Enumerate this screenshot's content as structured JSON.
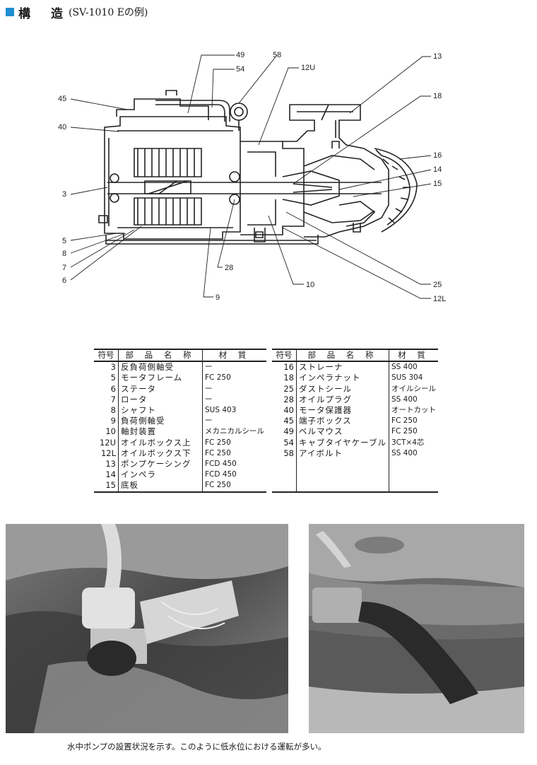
{
  "header": {
    "title": "構　造",
    "subtitle": "(SV-1010 Eの例)"
  },
  "diagram_labels": [
    "49",
    "58",
    "54",
    "12U",
    "13",
    "45",
    "18",
    "40",
    "16",
    "14",
    "15",
    "3",
    "5",
    "8",
    "7",
    "6",
    "28",
    "9",
    "10",
    "25",
    "12L"
  ],
  "table_headers": {
    "no": "符号",
    "name": "部 品 名 称",
    "material": "材 質"
  },
  "parts_left": [
    {
      "no": "3",
      "name": "反負荷側軸受",
      "material": "ー"
    },
    {
      "no": "5",
      "name": "モータフレーム",
      "material": "FC 250"
    },
    {
      "no": "6",
      "name": "ステータ",
      "material": "ー"
    },
    {
      "no": "7",
      "name": "ロータ",
      "material": "ー"
    },
    {
      "no": "8",
      "name": "シャフト",
      "material": "SUS 403"
    },
    {
      "no": "9",
      "name": "負荷側軸受",
      "material": "ー"
    },
    {
      "no": "10",
      "name": "軸封装置",
      "material": "メカニカルシール"
    },
    {
      "no": "12U",
      "name": "オイルボックス上",
      "material": "FC 250"
    },
    {
      "no": "12L",
      "name": "オイルボックス下",
      "material": "FC 250"
    },
    {
      "no": "13",
      "name": "ポンプケーシング",
      "material": "FCD 450"
    },
    {
      "no": "14",
      "name": "インペラ",
      "material": "FCD 450"
    },
    {
      "no": "15",
      "name": "底板",
      "material": "FC 250"
    }
  ],
  "parts_right": [
    {
      "no": "16",
      "name": "ストレーナ",
      "material": "SS 400"
    },
    {
      "no": "18",
      "name": "インペラナット",
      "material": "SUS 304"
    },
    {
      "no": "25",
      "name": "ダストシール",
      "material": "オイルシール"
    },
    {
      "no": "28",
      "name": "オイルプラグ",
      "material": "SS 400"
    },
    {
      "no": "40",
      "name": "モータ保護器",
      "material": "オートカット"
    },
    {
      "no": "45",
      "name": "端子ボックス",
      "material": "FC 250"
    },
    {
      "no": "49",
      "name": "ベルマウス",
      "material": "FC 250"
    },
    {
      "no": "54",
      "name": "キャブタイヤケーブル",
      "material": "3CT×4芯"
    },
    {
      "no": "58",
      "name": "アイボルト",
      "material": "SS 400"
    },
    {
      "no": "",
      "name": "",
      "material": ""
    },
    {
      "no": "",
      "name": "",
      "material": ""
    },
    {
      "no": "",
      "name": "",
      "material": ""
    }
  ],
  "caption": "水中ポンプの設置状況を示す。このように低水位における運転が多い。"
}
